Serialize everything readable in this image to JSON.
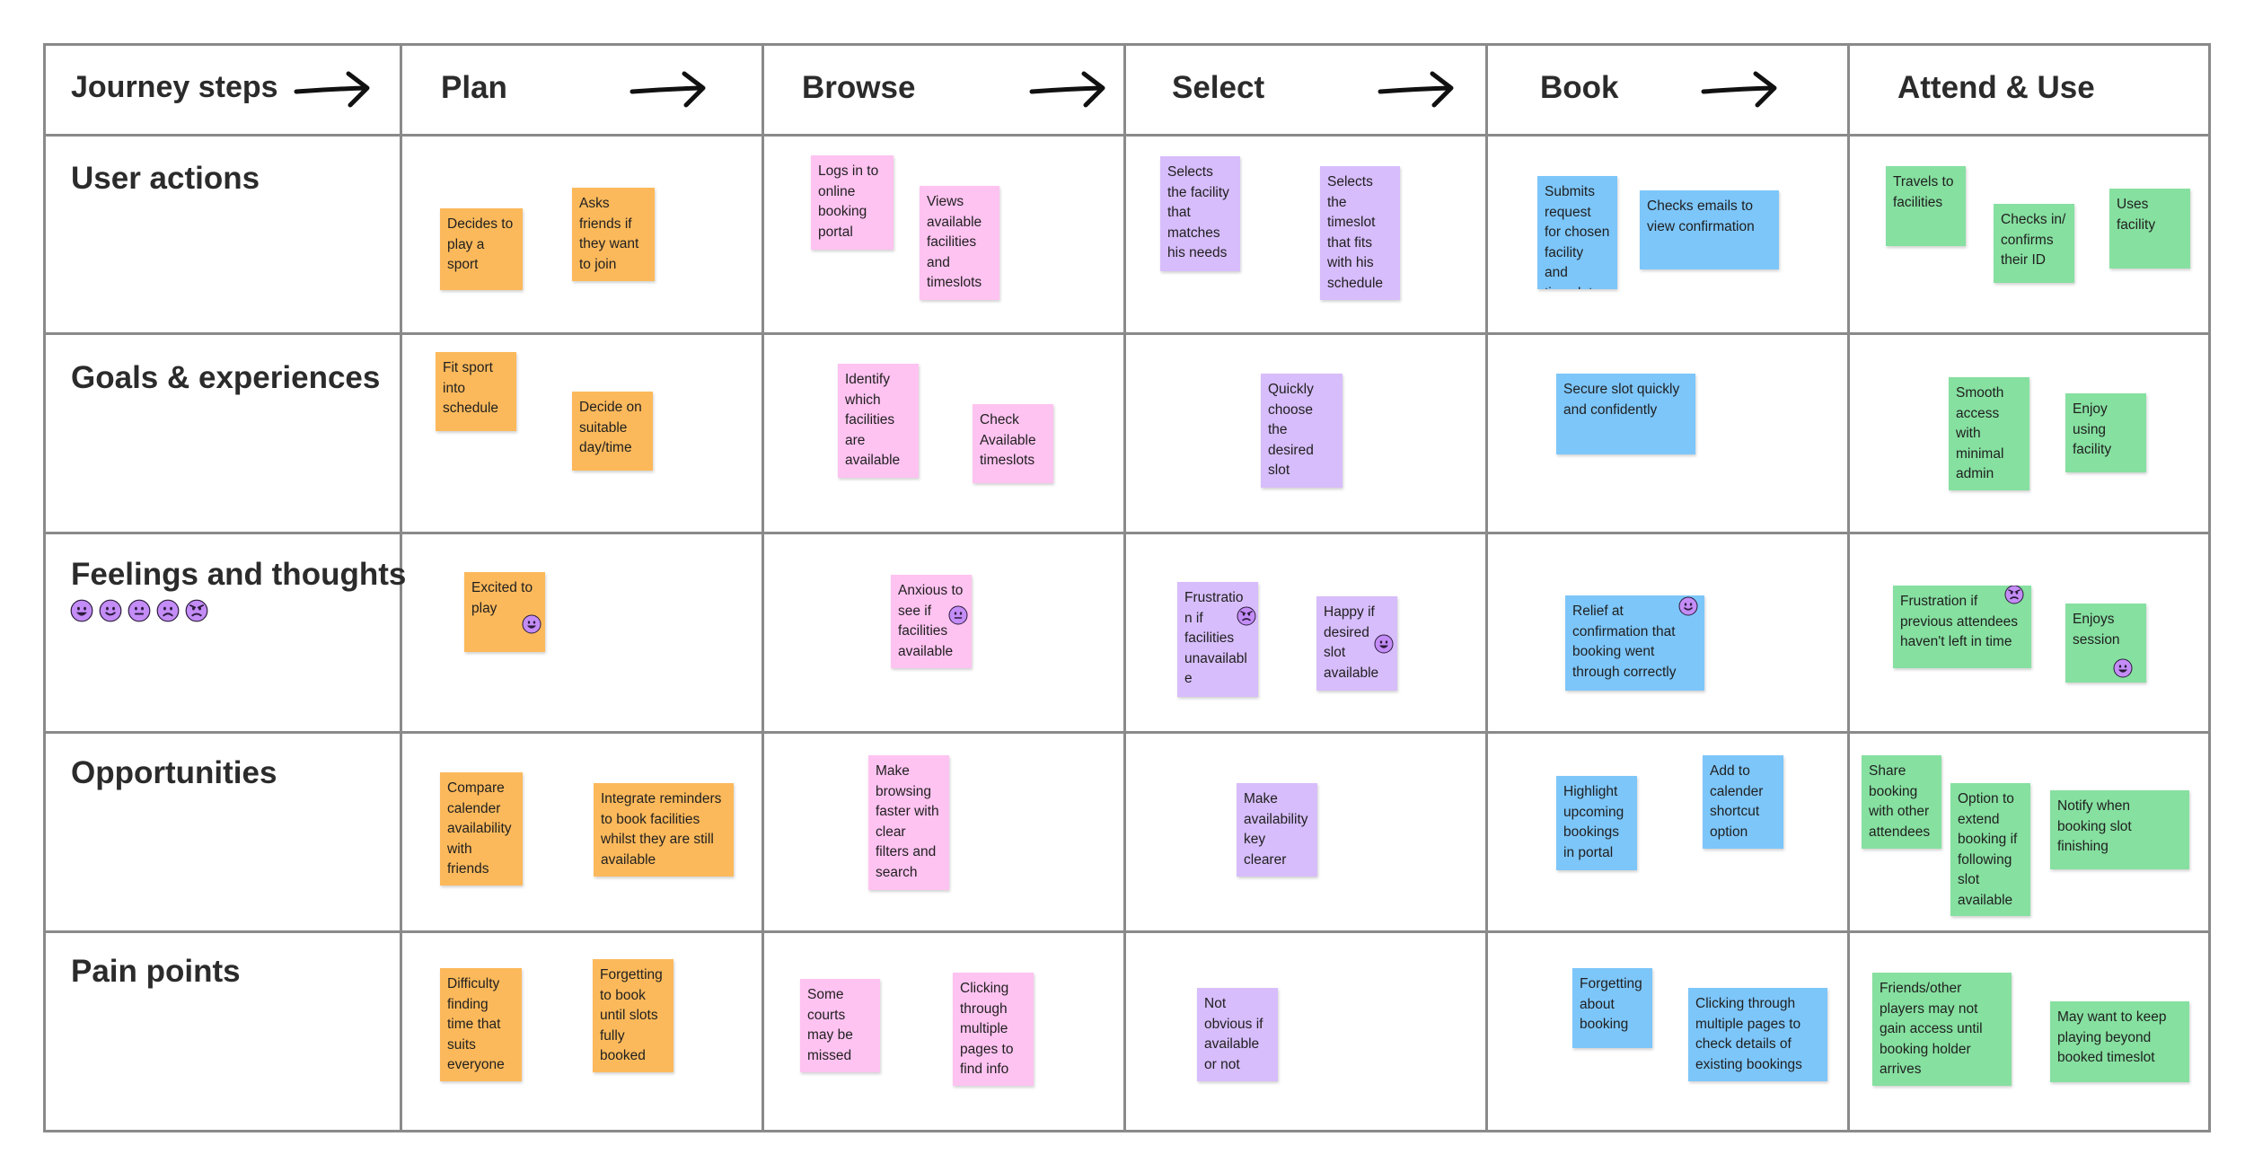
{
  "colors": {
    "orange": "#fcb95b",
    "pink": "#ffc3f1",
    "purple": "#d7bdfb",
    "blue": "#7dc6fa",
    "green": "#86e0a0",
    "grid": "#8a8a8a",
    "face": "#c38cf6"
  },
  "header": {
    "corner": "Journey steps",
    "stages": [
      "Plan",
      "Browse",
      "Select",
      "Book",
      "Attend & Use"
    ]
  },
  "rows": [
    "User actions",
    "Goals & experiences",
    "Feelings and thoughts",
    "Opportunities",
    "Pain points"
  ],
  "feelings_scale_icons": [
    "very-happy-face-icon",
    "happy-face-icon",
    "neutral-face-icon",
    "sad-face-icon",
    "angry-face-icon"
  ],
  "notes": {
    "user_actions": {
      "plan": [
        "Decides to play a sport",
        "Asks friends if they want to join"
      ],
      "browse": [
        "Logs in to online booking portal",
        "Views available facilities and timeslots"
      ],
      "select": [
        "Selects the facility that matches his needs",
        "Selects the timeslot that fits with his schedule"
      ],
      "book": [
        "Submits request for chosen facility and timeslot",
        "Checks emails to view confirmation"
      ],
      "attend": [
        "Travels to facilities",
        "Checks in/ confirms their ID",
        "Uses facility"
      ]
    },
    "goals": {
      "plan": [
        "Fit sport into schedule",
        "Decide on suitable day/time"
      ],
      "browse": [
        "Identify which facilities are available",
        "Check Available timeslots"
      ],
      "select": [
        "Quickly choose the desired slot"
      ],
      "book": [
        "Secure slot quickly and confidently"
      ],
      "attend": [
        "Smooth access with minimal admin",
        "Enjoy using facility"
      ]
    },
    "feelings": {
      "plan": [
        "Excited to play"
      ],
      "browse": [
        "Anxious to see if facilities available"
      ],
      "select": [
        "Frustration if facilities unavailable",
        "Happy if desired slot available"
      ],
      "book": [
        "Relief at confirmation that booking went through correctly"
      ],
      "attend": [
        "Frustration if previous attendees haven't left in time",
        "Enjoys session"
      ]
    },
    "opportunities": {
      "plan": [
        "Compare calender availability with friends",
        "Integrate reminders to book facilities whilst they are still available"
      ],
      "browse": [
        "Make browsing faster with clear filters and search"
      ],
      "select": [
        "Make availability key clearer"
      ],
      "book": [
        "Highlight upcoming bookings in portal",
        "Add to calender shortcut option"
      ],
      "attend": [
        "Share booking with other attendees",
        "Option to extend booking if following slot available",
        "Notify when booking slot finishing"
      ]
    },
    "pain_points": {
      "plan": [
        "Difficulty finding time that suits everyone",
        "Forgetting to book until slots fully booked"
      ],
      "browse": [
        "Some courts may be missed",
        "Clicking through multiple pages to find info"
      ],
      "select": [
        "Not obvious if available or not"
      ],
      "book": [
        "Forgetting about booking",
        "Clicking through multiple pages to check details of existing bookings"
      ],
      "attend": [
        "Friends/other players may not gain access until booking holder arrives",
        "May want to keep playing beyond booked timeslot"
      ]
    }
  }
}
